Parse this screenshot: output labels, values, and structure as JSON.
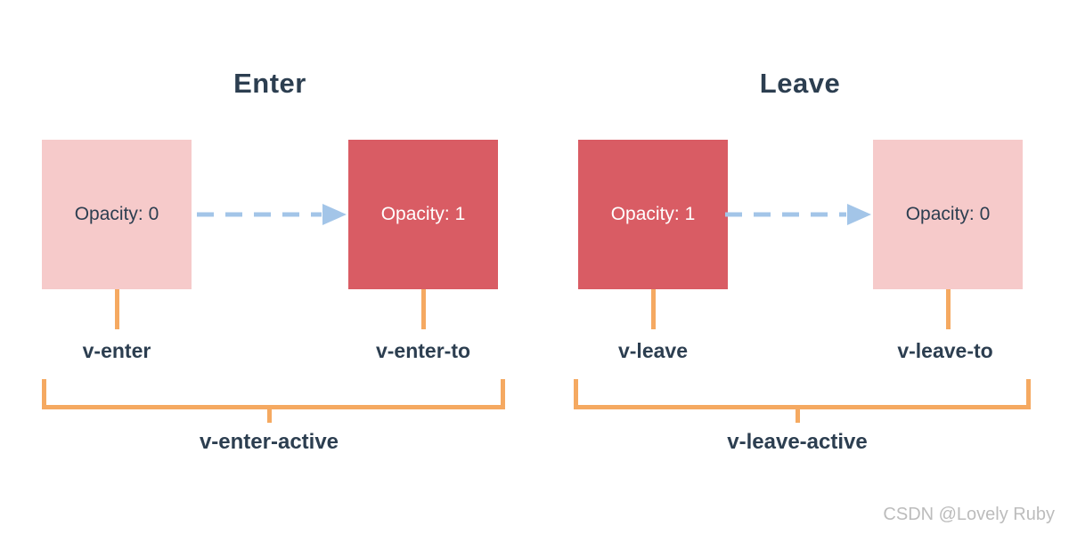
{
  "colors": {
    "white": "#ffffff",
    "pink": "#f6caca",
    "red": "#d95c64",
    "orange": "#f5a961",
    "blue": "#a3c5e8",
    "navy": "#2c3e50",
    "watermark-gray": "#bcbcbc"
  },
  "panels": [
    {
      "title": "Enter",
      "start_box": {
        "opacity_label": "Opacity: 0",
        "variant": "faded"
      },
      "end_box": {
        "opacity_label": "Opacity: 1",
        "variant": "solid"
      },
      "start_label": "v-enter",
      "end_label": "v-enter-to",
      "active_label": "v-enter-active"
    },
    {
      "title": "Leave",
      "start_box": {
        "opacity_label": "Opacity: 1",
        "variant": "solid"
      },
      "end_box": {
        "opacity_label": "Opacity: 0",
        "variant": "faded"
      },
      "start_label": "v-leave",
      "end_label": "v-leave-to",
      "active_label": "v-leave-active"
    }
  ],
  "watermark": "CSDN @Lovely Ruby"
}
